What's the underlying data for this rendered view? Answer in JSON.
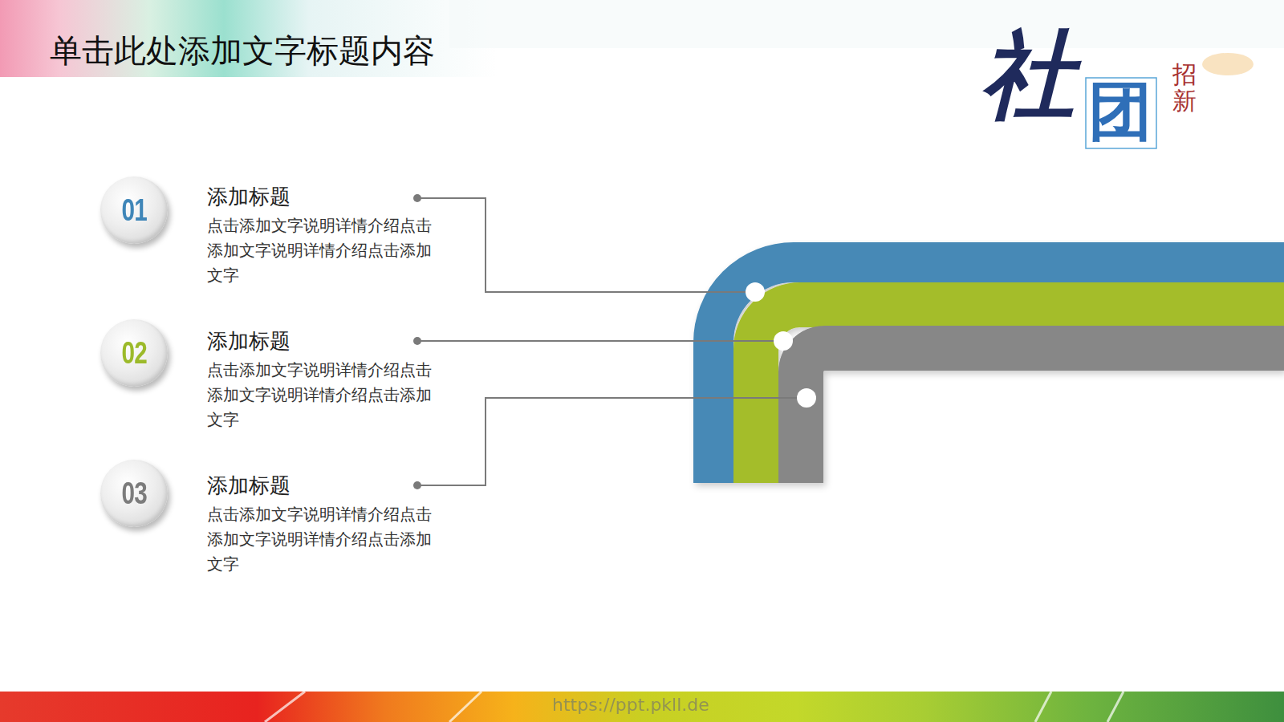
{
  "diagram": {
    "title": "单击此处添加文字标题内容",
    "nodes": [
      {
        "text": [
          "01"
        ]
      },
      {
        "text": [
          "02"
        ]
      },
      {
        "text": [
          "03"
        ]
      }
    ],
    "labels": [
      "社",
      "团",
      "招新",
      "添加标题",
      "点击添加文字说明详情介绍点击添加文字说明详情介绍点击添加文字",
      "添加标题",
      "点击添加文字说明详情介绍点击添加文字说明详情介绍点击添加文字",
      "添加标题",
      "点击添加文字说明详情介绍点击添加文字说明详情介绍点击添加文字",
      "https://ppt.pkll.de"
    ]
  }
}
